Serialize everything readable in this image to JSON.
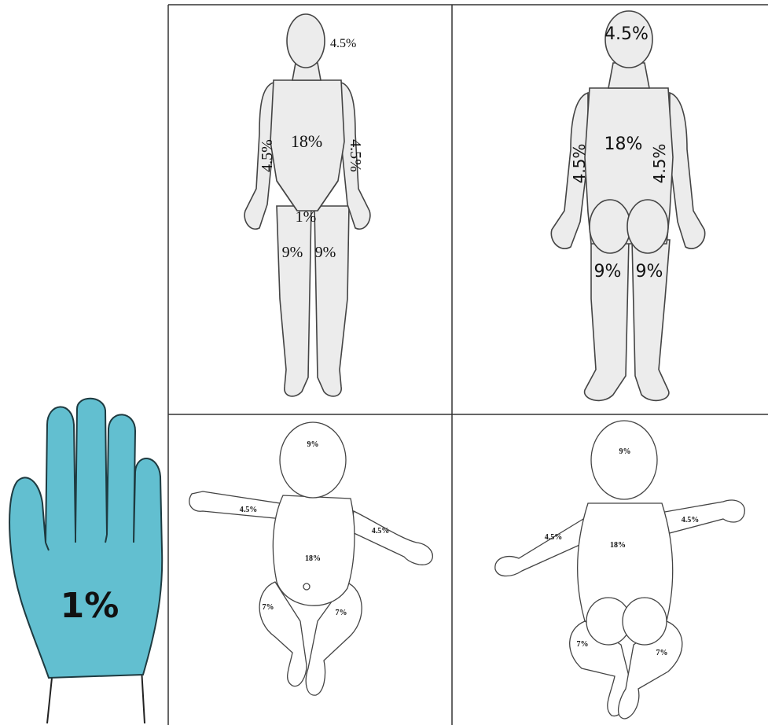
{
  "hand": {
    "label": "1%",
    "color": "#62bfd0"
  },
  "adult_front": {
    "head": "4.5%",
    "trunk": "18%",
    "arm_right": "4.5%",
    "arm_left": "4.5%",
    "genital": "1%",
    "leg_right": "9%",
    "leg_left": "9%"
  },
  "adult_back": {
    "head": "4.5%",
    "trunk": "18%",
    "arm_right": "4.5%",
    "arm_left": "4.5%",
    "leg_right": "9%",
    "leg_left": "9%"
  },
  "infant_front": {
    "head": "9%",
    "arm_right": "4.5%",
    "arm_left": "4.5%",
    "trunk": "18%",
    "leg_right": "7%",
    "leg_left": "7%"
  },
  "infant_back": {
    "head": "9%",
    "arm_left": "4.5%",
    "arm_right": "4.5%",
    "trunk": "18%",
    "leg_left": "7%",
    "leg_right": "7%"
  }
}
